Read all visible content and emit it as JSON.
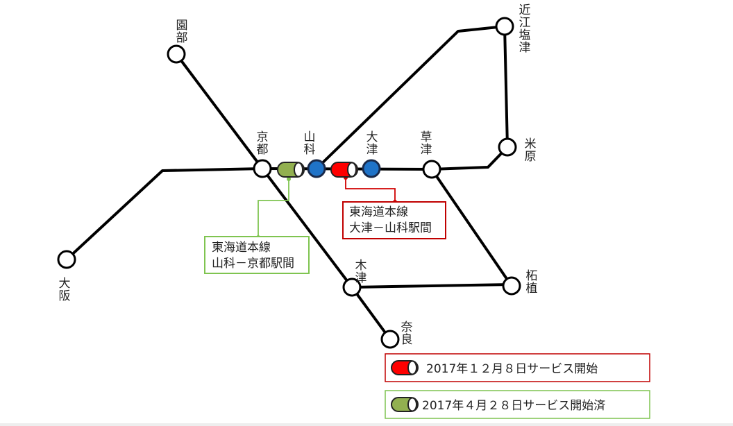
{
  "stations": {
    "sonobe": "園\n部",
    "kyoto": "京\n都",
    "yamashina": "山\n科",
    "otsu": "大\n津",
    "kusatsu": "草\n津",
    "omi_shiotsu": "近\n江\n塩\n津",
    "maibara": "米\n原",
    "osaka": "大\n阪",
    "kizu": "木\n津",
    "tsuge": "柘\n植",
    "nara": "奈\n良"
  },
  "callouts": {
    "green": [
      "東海道本線",
      "山科－京都駅間"
    ],
    "red": [
      "東海道本線",
      "大津－山科駅間"
    ]
  },
  "legend": {
    "red": "2017年１２月８日サービス開始",
    "green": "2017年４月２８日サービス開始済"
  },
  "colors": {
    "line": "#000000",
    "station_fill": "#ffffff",
    "blue_station": "#1f73c8",
    "red_service": "#ff0000",
    "red_border": "#c00000",
    "green_service": "#92b050",
    "green_border": "#7fc450"
  }
}
